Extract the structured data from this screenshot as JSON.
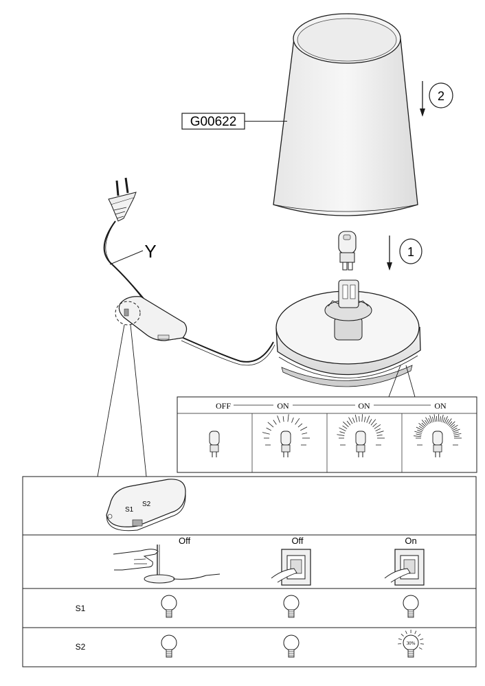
{
  "part_number": "G00622",
  "cable_label": "Y",
  "steps": [
    "2",
    "1"
  ],
  "dimmer_strip": [
    "OFF",
    "ON",
    "ON",
    "ON"
  ],
  "switch_labels": {
    "s1": "S1",
    "s2": "S2"
  },
  "table": {
    "header_states": [
      "Off",
      "Off",
      "On"
    ],
    "rows": [
      {
        "label": "S1",
        "percent": ""
      },
      {
        "label": "S2",
        "percent": "30%"
      }
    ]
  }
}
